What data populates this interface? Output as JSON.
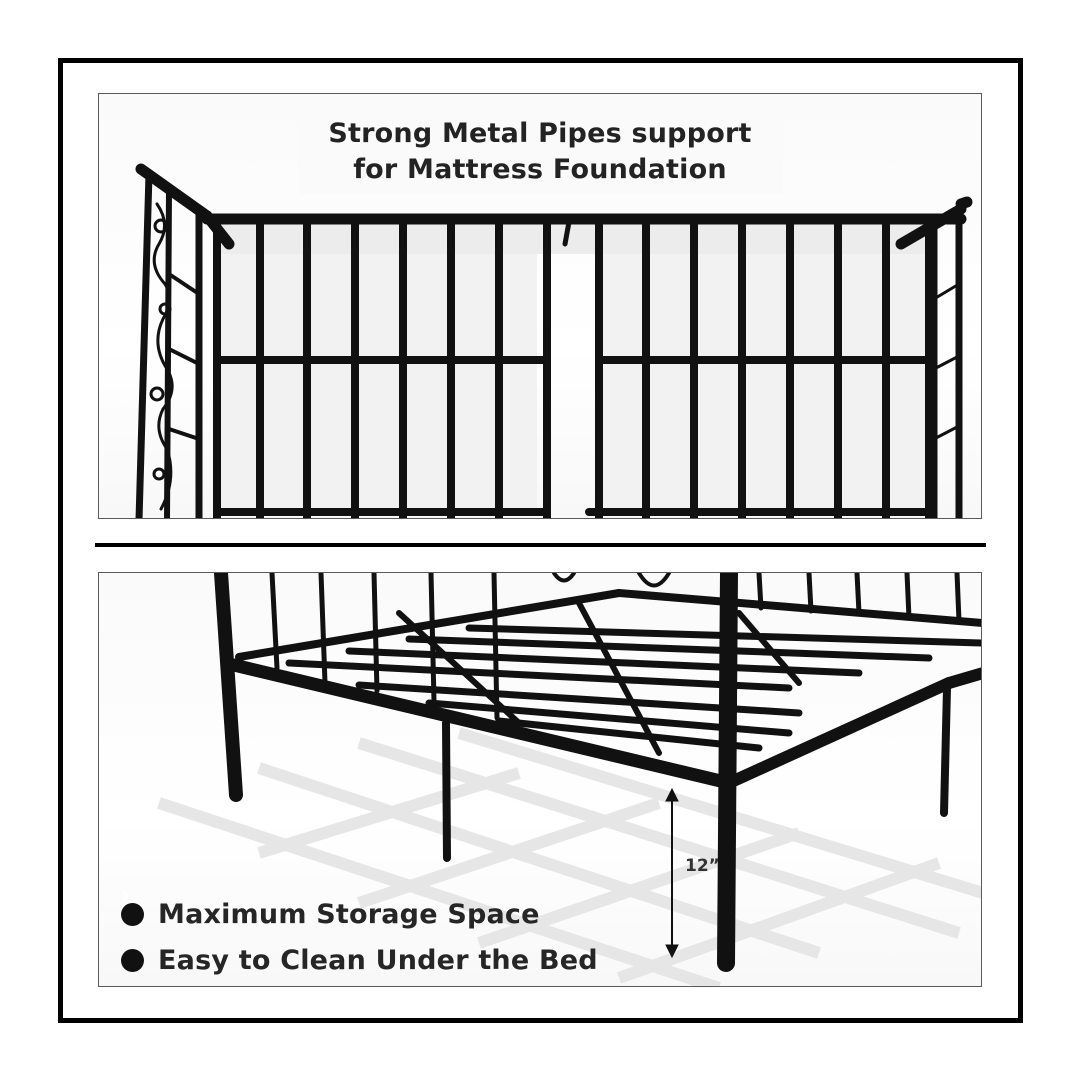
{
  "top_panel": {
    "headline": {
      "line1": "Strong Metal Pipes support",
      "line2": "for Mattress Foundation"
    },
    "image": "metal-bed-frame-headboard-slats-closeup"
  },
  "bottom_panel": {
    "image": "metal-bed-frame-underbed-clearance",
    "dimension": {
      "label": "12”",
      "icon": "double-arrow-vertical-icon"
    },
    "bullets": [
      {
        "icon": "chevron-circle-right-icon",
        "text": "Maximum Storage Space"
      },
      {
        "icon": "chevron-circle-right-icon",
        "text": "Easy to Clean Under the Bed"
      }
    ]
  },
  "colors": {
    "frame": "#000000",
    "text": "#232323",
    "panel_border": "#5a5a5a",
    "metal": "#111111",
    "shadow": "#e6e6e6"
  }
}
